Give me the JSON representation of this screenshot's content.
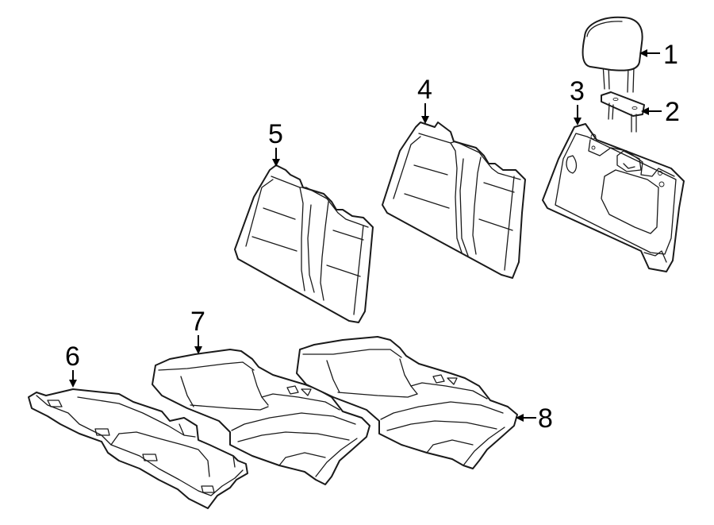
{
  "colors": {
    "line": "#1a1a1a",
    "background": "#ffffff"
  },
  "callouts": [
    {
      "id": "1",
      "label": "1"
    },
    {
      "id": "2",
      "label": "2"
    },
    {
      "id": "3",
      "label": "3"
    },
    {
      "id": "4",
      "label": "4"
    },
    {
      "id": "5",
      "label": "5"
    },
    {
      "id": "6",
      "label": "6"
    },
    {
      "id": "7",
      "label": "7"
    },
    {
      "id": "8",
      "label": "8"
    }
  ]
}
